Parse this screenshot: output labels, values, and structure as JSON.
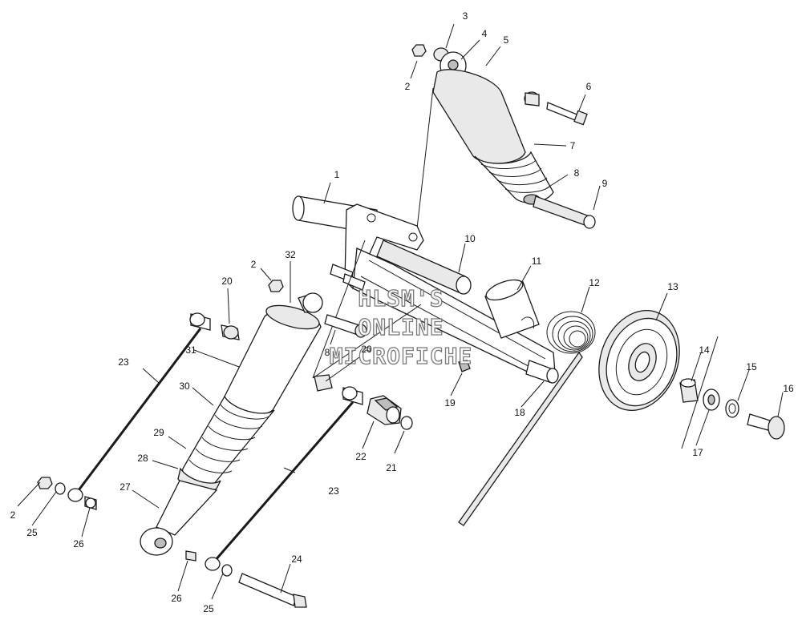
{
  "watermark": {
    "line1": "HLSM'S",
    "line2": "ONLINE",
    "line3": "MICROFICHE"
  },
  "callouts": {
    "c1": "1",
    "c2a": "2",
    "c2b": "2",
    "c2c": "2",
    "c3": "3",
    "c4": "4",
    "c5": "5",
    "c6": "6",
    "c7": "7",
    "c8": "8",
    "c9": "9",
    "c10": "10",
    "c11": "11",
    "c12": "12",
    "c13": "13",
    "c14": "14",
    "c15": "15",
    "c16": "16",
    "c17": "17",
    "c18": "18",
    "c19": "19",
    "c20a": "20",
    "c20b": "20",
    "c21": "21",
    "c22": "22",
    "c23a": "23",
    "c23b": "23",
    "c24": "24",
    "c25a": "25",
    "c25b": "25",
    "c26a": "26",
    "c26b": "26",
    "c27": "27",
    "c28": "28",
    "c29": "29",
    "c30": "30",
    "c31": "31",
    "c32": "32",
    "c8b": "8"
  }
}
